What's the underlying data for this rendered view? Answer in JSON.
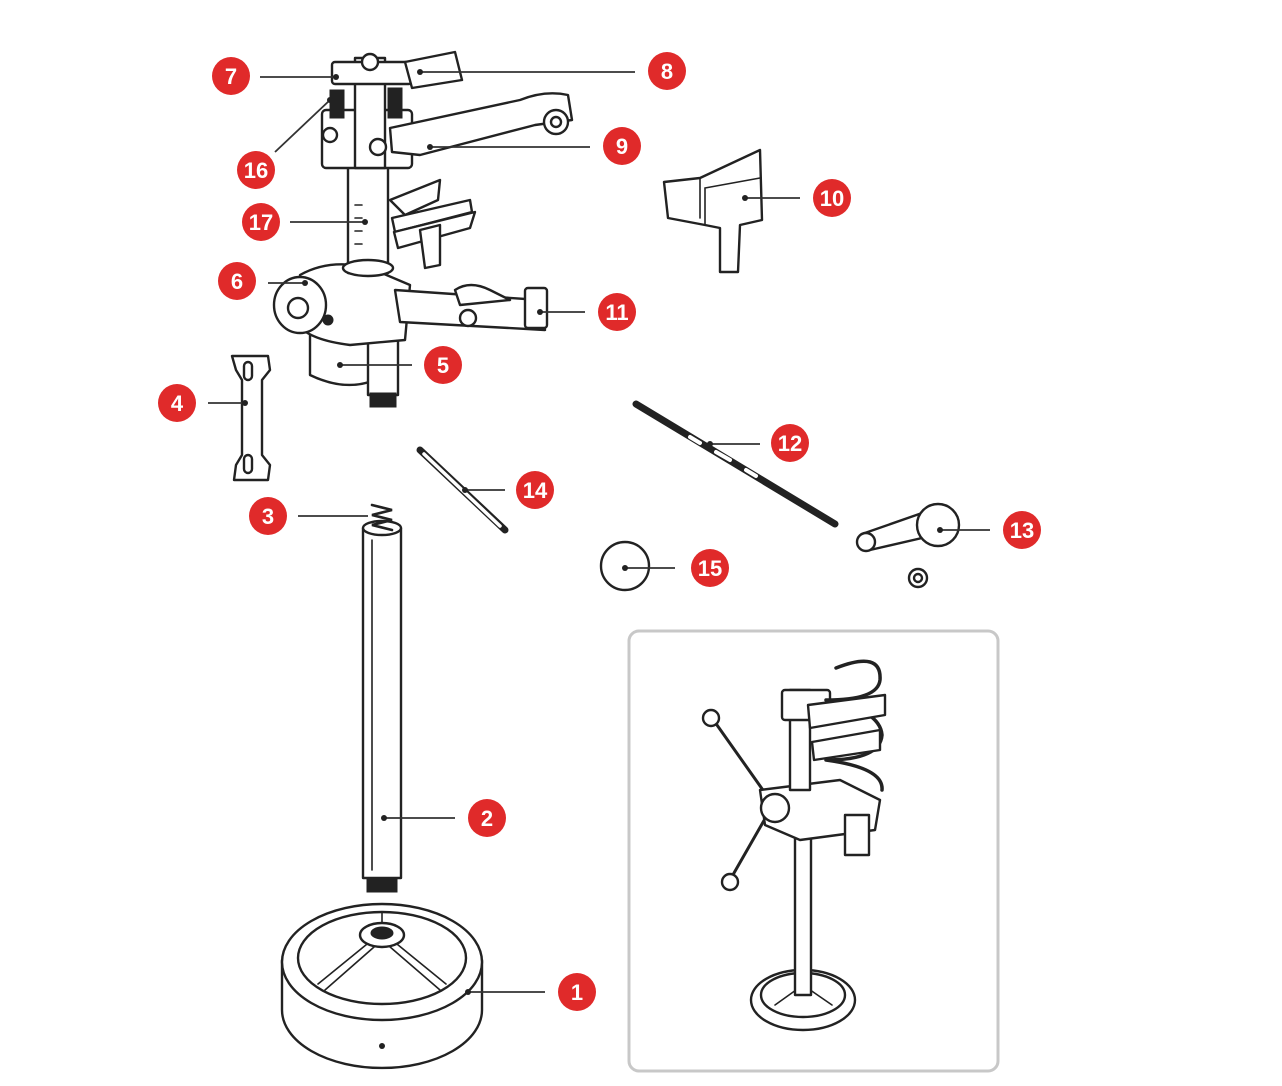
{
  "colors": {
    "callout": "#e02a2a",
    "callout_text": "#ffffff",
    "line_art": "#222222",
    "inset_border": "#c8c8c8"
  },
  "callouts": [
    {
      "id": "c1",
      "label": "1"
    },
    {
      "id": "c2",
      "label": "2"
    },
    {
      "id": "c3",
      "label": "3"
    },
    {
      "id": "c4",
      "label": "4"
    },
    {
      "id": "c5",
      "label": "5"
    },
    {
      "id": "c6",
      "label": "6"
    },
    {
      "id": "c7",
      "label": "7"
    },
    {
      "id": "c8",
      "label": "8"
    },
    {
      "id": "c9",
      "label": "9"
    },
    {
      "id": "c10",
      "label": "10"
    },
    {
      "id": "c11",
      "label": "11"
    },
    {
      "id": "c12",
      "label": "12"
    },
    {
      "id": "c13",
      "label": "13"
    },
    {
      "id": "c14",
      "label": "14"
    },
    {
      "id": "c15",
      "label": "15"
    },
    {
      "id": "c16",
      "label": "16"
    },
    {
      "id": "c17",
      "label": "17"
    }
  ]
}
